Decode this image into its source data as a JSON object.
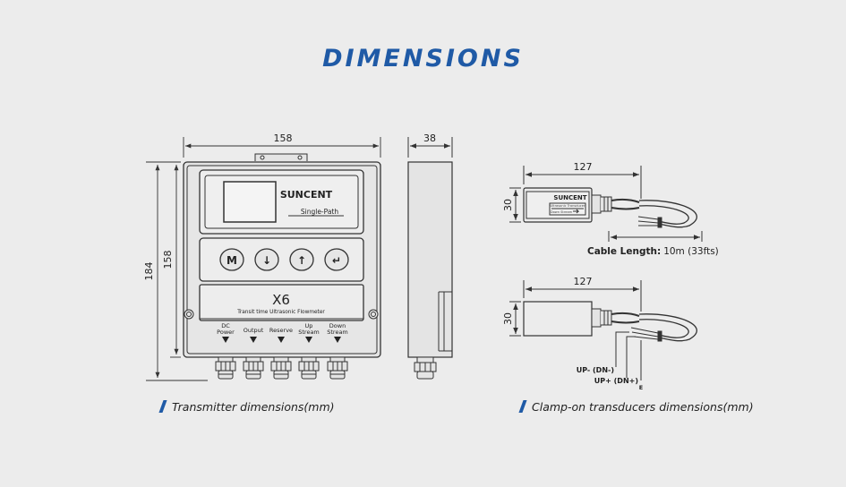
{
  "title": "DIMENSIONS",
  "transmitter": {
    "caption": "Transmitter dimensions(mm)",
    "width_label": "158",
    "depth_label": "38",
    "height_outer_label": "184",
    "height_inner_label": "158",
    "brand": "SUNCENT",
    "subtitle": "Single-Path",
    "model": "X6",
    "model_desc": "Transit time Ultrasonic Flowmeter",
    "buttons": [
      "M",
      "↓",
      "↑",
      "↵"
    ],
    "ports": [
      {
        "line1": "DC",
        "line2": "Power"
      },
      {
        "line1": "Output",
        "line2": ""
      },
      {
        "line1": "Reserve",
        "line2": ""
      },
      {
        "line1": "Up",
        "line2": "Stream"
      },
      {
        "line1": "Down",
        "line2": "Stream"
      }
    ]
  },
  "transducer": {
    "caption": "Clamp-on transducers dimensions(mm)",
    "length_label_top": "127",
    "height_label_top": "30",
    "length_label_bottom": "127",
    "height_label_bottom": "30",
    "brand": "SUNCENT",
    "small_text_1": "Ultrasonic Transducer",
    "small_text_2": "Down Stream",
    "cable_label_bold": "Cable Length:",
    "cable_label_value": "10m (33fts)",
    "wire_labels": [
      "UP- (DN-)",
      "UP+ (DN+)",
      "E"
    ]
  }
}
